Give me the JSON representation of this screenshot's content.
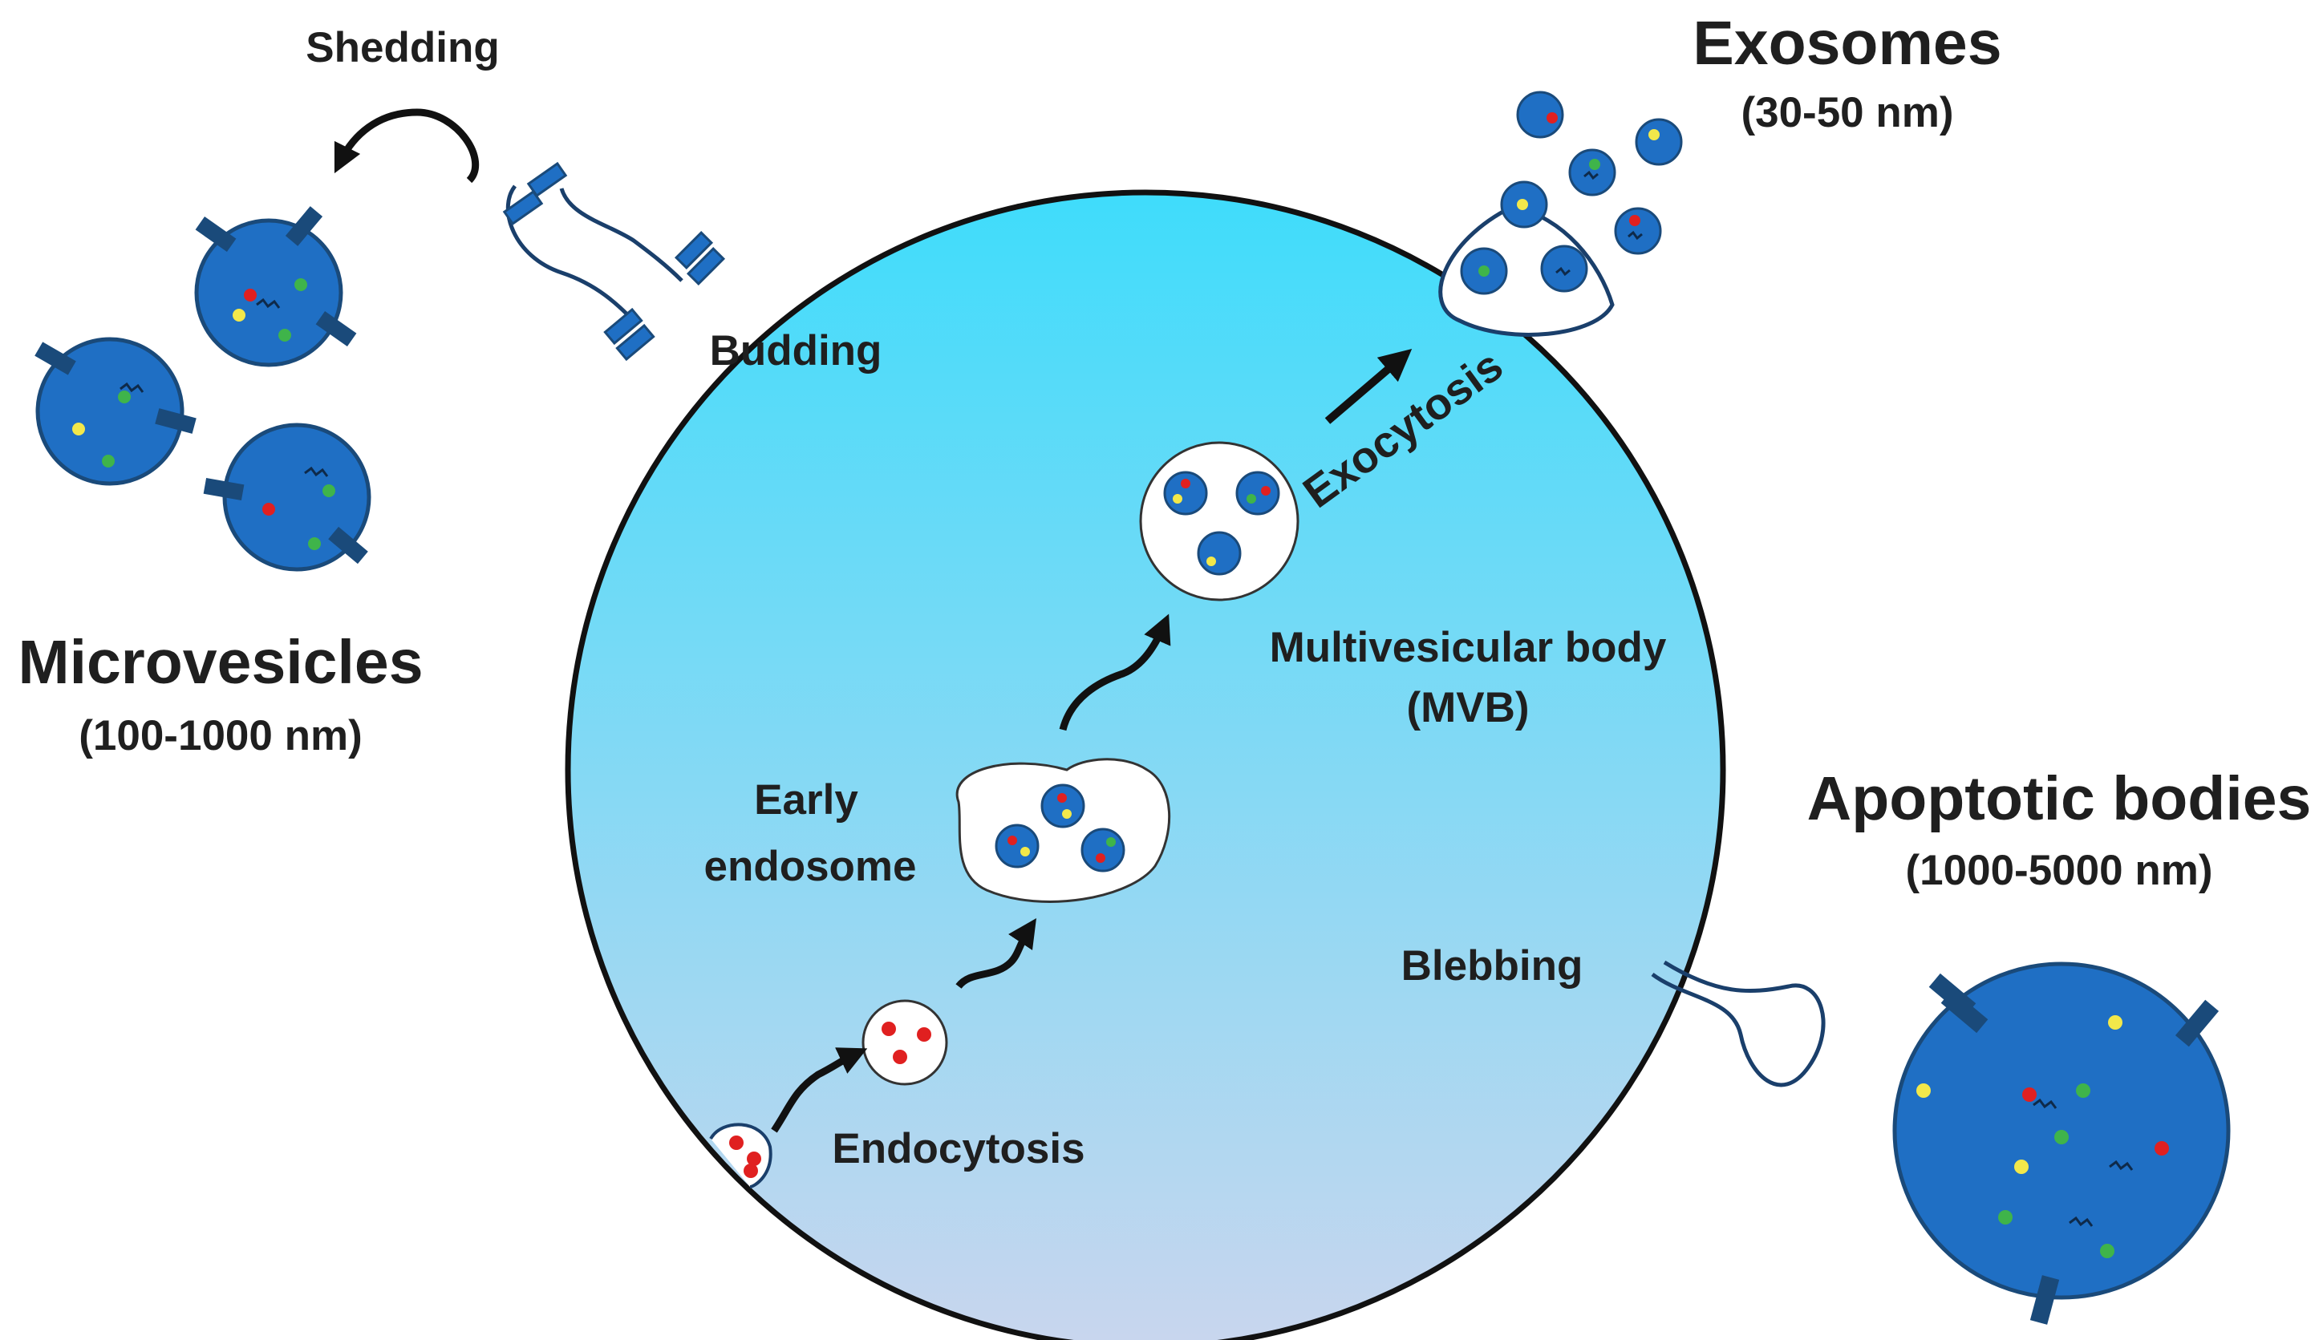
{
  "labels": {
    "shedding": "Shedding",
    "microvesicles": "Microvesicles",
    "microvesicles_size": "(100-1000 nm)",
    "budding": "Budding",
    "exosomes": "Exosomes",
    "exosomes_size": "(30-50 nm)",
    "exocytosis": "Exocytosis",
    "multivesicular_body_line1": "Multivesicular body",
    "multivesicular_body_line2": "(MVB)",
    "early_endosome_line1": "Early",
    "early_endosome_line2": "endosome",
    "endocytosis": "Endocytosis",
    "blebbing": "Blebbing",
    "apoptotic_bodies": "Apoptotic bodies",
    "apoptotic_bodies_size": "(1000-5000 nm)"
  },
  "colors": {
    "cell_gradient_top": "#3fdcfb",
    "cell_gradient_bottom": "#c9d6ee",
    "vesicle_fill": "#1f6fc4",
    "vesicle_stroke": "#1a4a7a",
    "marker_dark": "#1a4a7a",
    "dot_red": "#e02020",
    "dot_yellow": "#f2e84a",
    "dot_green": "#3fb44a",
    "outline": "#111111",
    "bud_stroke": "#1a3f6b"
  }
}
